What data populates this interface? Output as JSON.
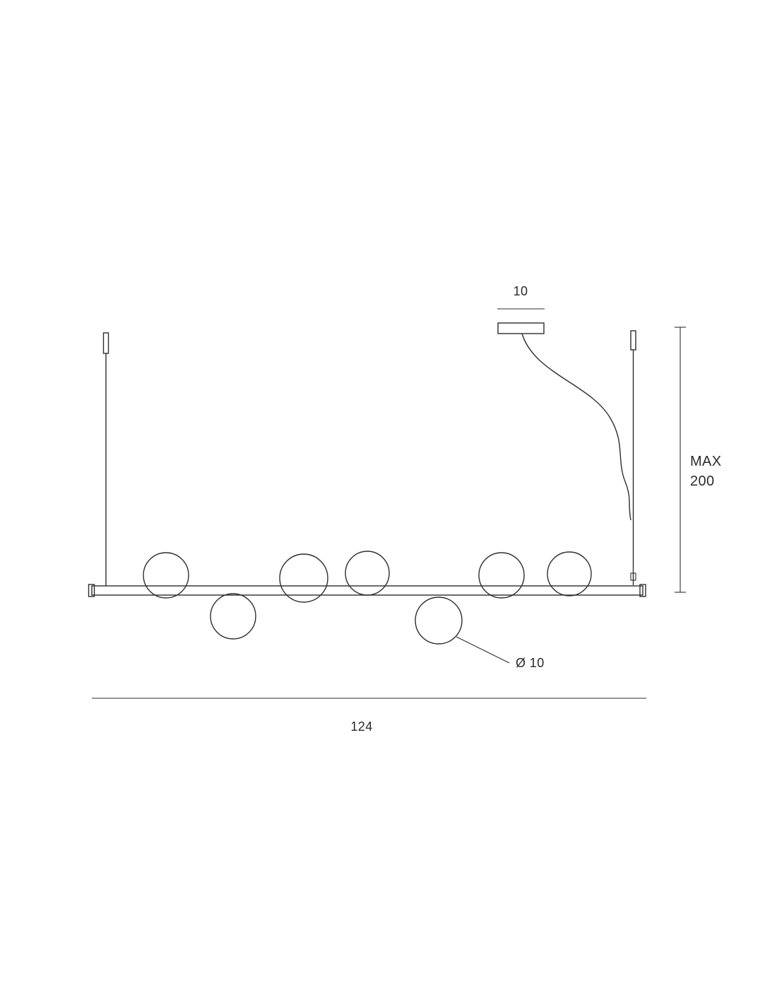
{
  "drawing": {
    "title": "pendant-lamp-dimension-drawing",
    "labels": {
      "canopy_width": "10",
      "max_drop_line1": "MAX",
      "max_drop_line2": "200",
      "sphere_diameter": "Ø 10",
      "bar_length": "124"
    },
    "colors": {
      "line": "#2e2e2e",
      "text": "#2b2b2b",
      "background": "#ffffff"
    }
  }
}
